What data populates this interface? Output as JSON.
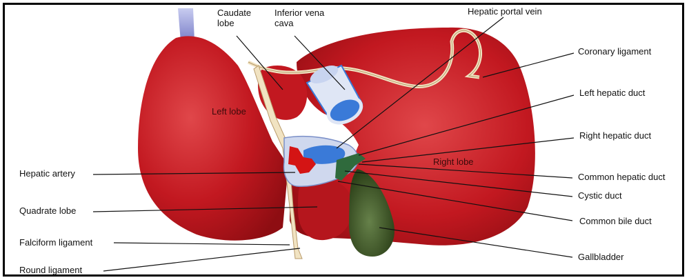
{
  "figure": {
    "background_color": "#ffffff",
    "colors": {
      "liver": "#c21820",
      "liver_shadow": "#8e0d12",
      "liver_highlight": "#e0474a",
      "ligament": "#f1e3c2",
      "vein": "#3a7ad8",
      "artery": "#d41414",
      "gallbladder": "#3e5a25",
      "duct": "#2f6a3c"
    }
  },
  "labels": {
    "caudate_lobe": "Caudate lobe",
    "inferior_vena_cava": "Inferior vena cava",
    "hepatic_portal_vein": "Hepatic portal vein",
    "coronary_ligament": "Coronary ligament",
    "left_hepatic_duct": "Left hepatic duct",
    "right_hepatic_duct": "Right hepatic duct",
    "common_hepatic_duct": "Common hepatic duct",
    "cystic_duct": "Cystic duct",
    "common_bile_duct": "Common bile duct",
    "gallbladder": "Gallbladder",
    "hepatic_artery": "Hepatic artery",
    "quadrate_lobe": "Quadrate lobe",
    "falciform_ligament": "Falciform ligament",
    "round_ligament": "Round ligament",
    "left_lobe": "Left lobe",
    "right_lobe": "Right lobe"
  }
}
